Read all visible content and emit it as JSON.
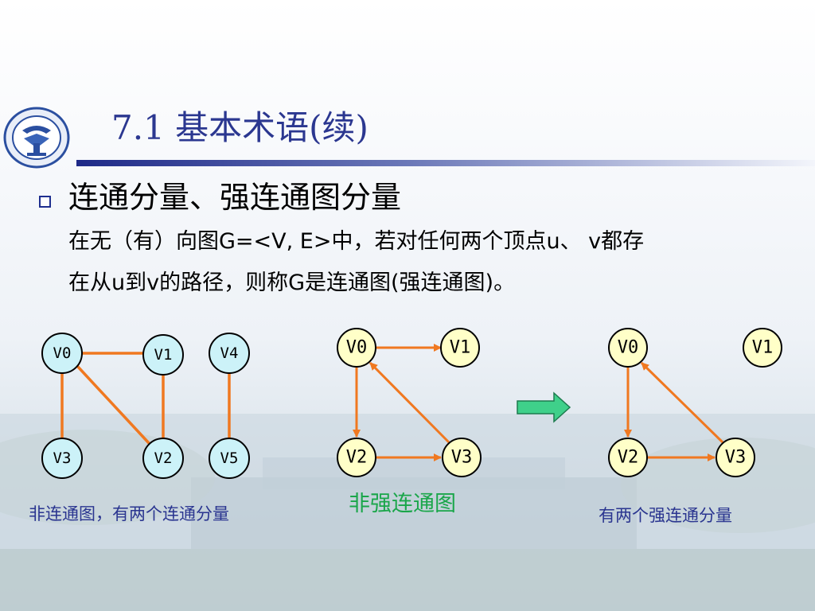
{
  "title": "7.1 基本术语(续)",
  "heading": "连通分量、强连通图分量",
  "paragraph": {
    "line1": "在无（有）向图G=<V, E>中，若对任何两个顶点u、 v都存",
    "line2": "在从u到v的路径，则称G是连通图(强连通图)。"
  },
  "graph1": {
    "caption": "非连通图，有两个连通分量",
    "nodes": [
      "V0",
      "V1",
      "V4",
      "V3",
      "V2",
      "V5"
    ]
  },
  "graph2": {
    "caption": "非强连通图",
    "nodes": [
      "V0",
      "V1",
      "V2",
      "V3"
    ]
  },
  "graph3": {
    "caption": "有两个强连通分量",
    "nodes": [
      "V0",
      "V1",
      "V2",
      "V3"
    ]
  },
  "colors": {
    "title": "#2b3790",
    "edge": "#f07820",
    "node_fill_undirected": "#ccf2f8",
    "node_fill_directed": "#ffffc8",
    "caption_blue": "#2a3590",
    "caption_green": "#1aa64a",
    "arrow_green": "#3fd08a"
  }
}
